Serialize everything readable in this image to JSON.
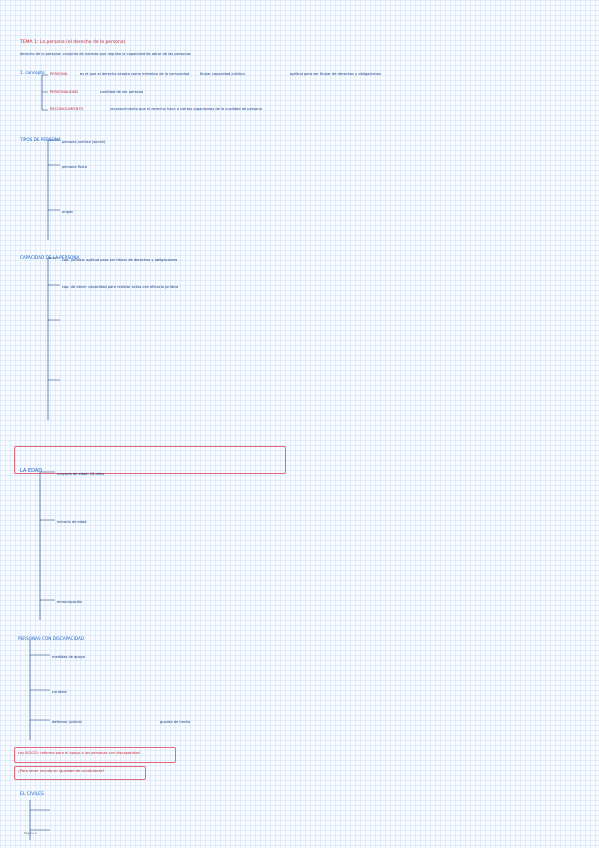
{
  "title": "TEMA 1: La persona (el derecho de la persona)",
  "lines": [
    {
      "id": "intro",
      "text": "derecho de la persona: conjunto de normas que regulan la capacidad de obrar de las personas"
    },
    {
      "id": "concept",
      "text": "1. concepto"
    },
    {
      "id": "persona",
      "text": "PERSONA"
    },
    {
      "id": "persona_def",
      "text": "es el que el derecho acepta como miembro de la comunidad"
    },
    {
      "id": "titular",
      "text": "titular capacidad jurídica"
    },
    {
      "id": "aptitud",
      "text": "aptitud para ser titular de derechos y obligaciones"
    },
    {
      "id": "personalidad",
      "text": "PERSONALIDAD"
    },
    {
      "id": "personalidad_def",
      "text": "cualidad de ser persona"
    },
    {
      "id": "reconocimiento",
      "text": "RECONOCIMIENTO"
    },
    {
      "id": "reconocimiento_def",
      "text": "reconocimiento que el derecho hace a ciertos organismos de la cualidad de persona"
    },
    {
      "id": "tipos",
      "text": "TIPOS DE PERSONA"
    },
    {
      "id": "juridica",
      "text": "persona jurídica (social)"
    },
    {
      "id": "fisica",
      "text": "persona física"
    },
    {
      "id": "origen",
      "text": "origen"
    },
    {
      "id": "capacidad",
      "text": "CAPACIDAD DE LA PERSONA"
    },
    {
      "id": "cap_juridica",
      "text": "cap. jurídica: aptitud para ser titular de derechos y obligaciones"
    },
    {
      "id": "cap_obrar",
      "text": "cap. de obrar: capacidad para realizar actos con eficacia jurídica"
    },
    {
      "id": "edad",
      "text": "LA EDAD"
    },
    {
      "id": "mayoria",
      "text": "mayoría de edad: 18 años"
    },
    {
      "id": "minoria",
      "text": "minoría de edad"
    },
    {
      "id": "emancipacion",
      "text": "emancipación"
    },
    {
      "id": "proteccion",
      "text": "PERSONAS CON DISCAPACIDAD"
    },
    {
      "id": "medidas",
      "text": "medidas de apoyo"
    },
    {
      "id": "curatela",
      "text": "curatela"
    },
    {
      "id": "defensor",
      "text": "defensor judicial"
    },
    {
      "id": "guarda",
      "text": "guarda de hecho"
    },
    {
      "id": "note1",
      "text": "Ley 8/2021: reforma para el apoyo a las personas con discapacidad"
    },
    {
      "id": "note2",
      "text": "¿Para tener mundo en igualdad de condiciones?"
    },
    {
      "id": "civiles",
      "text": "EL CIVILES"
    }
  ],
  "footer": "Página 1"
}
